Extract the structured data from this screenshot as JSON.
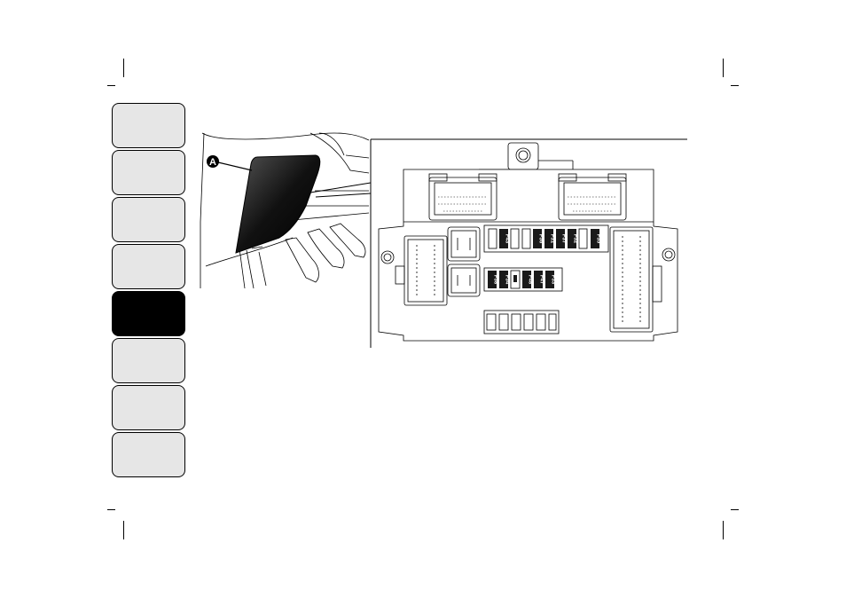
{
  "callout": {
    "letter": "A"
  },
  "sidebar": {
    "tabs": [
      {
        "id": "tab-1",
        "active": false
      },
      {
        "id": "tab-2",
        "active": false
      },
      {
        "id": "tab-3",
        "active": false
      },
      {
        "id": "tab-4",
        "active": false
      },
      {
        "id": "tab-5",
        "active": true
      },
      {
        "id": "tab-6",
        "active": false
      },
      {
        "id": "tab-7",
        "active": false
      },
      {
        "id": "tab-8",
        "active": false
      }
    ]
  },
  "fuse_box": {
    "top_row_labels": [
      "F43",
      "F36",
      "F31",
      "F37",
      "F32",
      "F35"
    ],
    "bottom_row_labels": [
      "F38",
      "F34",
      "F48",
      "F47",
      "F33"
    ]
  },
  "colors": {
    "tab_fill": "#e6e6e6",
    "tab_active": "#000000",
    "fuse_fill": "#1a1a1a"
  }
}
